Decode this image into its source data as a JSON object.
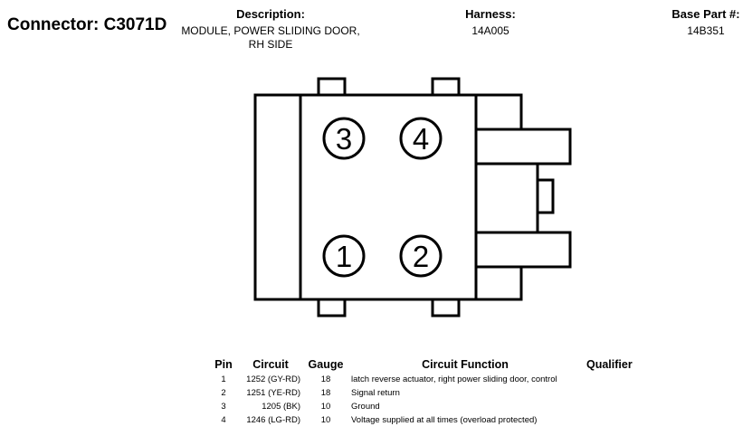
{
  "header": {
    "connector": "Connector: C3071D",
    "description_label": "Description:",
    "description_line1": "MODULE, POWER SLIDING DOOR,",
    "description_line2": "RH SIDE",
    "harness_label": "Harness:",
    "harness_value": "14A005",
    "base_part_label": "Base Part #:",
    "base_part_value": "14B351"
  },
  "diagram": {
    "pins": [
      {
        "label": "1"
      },
      {
        "label": "2"
      },
      {
        "label": "3"
      },
      {
        "label": "4"
      }
    ]
  },
  "table": {
    "headers": {
      "pin": "Pin",
      "circuit": "Circuit",
      "gauge": "Gauge",
      "function": "Circuit Function",
      "qualifier": "Qualifier"
    },
    "rows": [
      {
        "pin": "1",
        "circuit": "1252 (GY-RD)",
        "gauge": "18",
        "function": "latch reverse actuator, right power sliding door, control",
        "qualifier": ""
      },
      {
        "pin": "2",
        "circuit": "1251 (YE-RD)",
        "gauge": "18",
        "function": "Signal return",
        "qualifier": ""
      },
      {
        "pin": "3",
        "circuit": "1205 (BK)",
        "gauge": "10",
        "function": "Ground",
        "qualifier": ""
      },
      {
        "pin": "4",
        "circuit": "1246 (LG-RD)",
        "gauge": "10",
        "function": "Voltage supplied at all times (overload protected)",
        "qualifier": ""
      }
    ]
  }
}
